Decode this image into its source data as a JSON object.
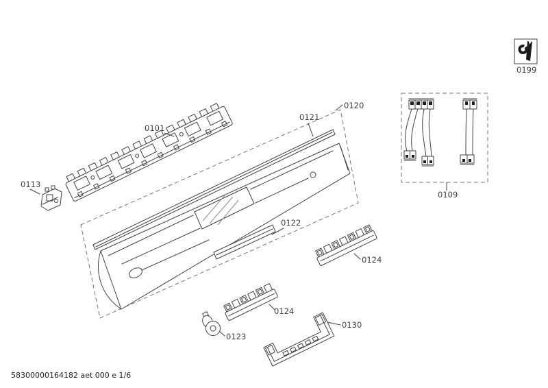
{
  "document": {
    "footer_code": "58300000164182 aet 000 e 1/6"
  },
  "parts": {
    "control_module": {
      "id": "0101"
    },
    "end_clip": {
      "id": "0113"
    },
    "panel_assembly": {
      "id": "0120"
    },
    "trim_strip": {
      "id": "0121"
    },
    "handle_strip": {
      "id": "0122"
    },
    "roller": {
      "id": "0123"
    },
    "button_row_a": {
      "id": "0124"
    },
    "button_row_b": {
      "id": "0124"
    },
    "mounting_bracket": {
      "id": "0130"
    },
    "cable_set": {
      "id": "0109"
    },
    "service_logo": {
      "id": "0199"
    }
  }
}
